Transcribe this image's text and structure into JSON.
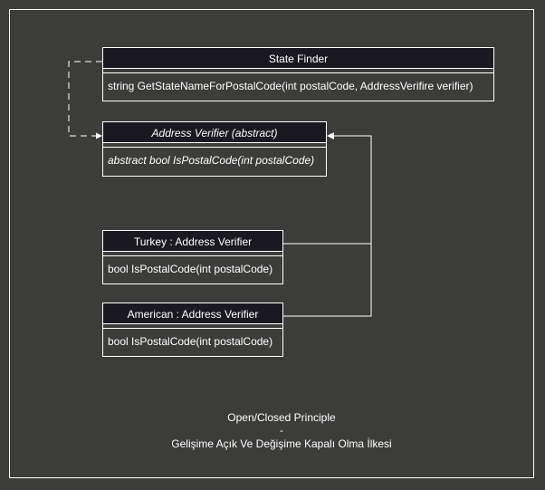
{
  "classes": {
    "state_finder": {
      "title": "State Finder",
      "method": "string GetStateNameForPostalCode(int postalCode, AddressVerifire verifier)"
    },
    "address_verifier": {
      "title": "Address Verifier (abstract)",
      "method": "abstract bool IsPostalCode(int postalCode)"
    },
    "turkey_verifier": {
      "title": "Turkey : Address Verifier",
      "method": "bool IsPostalCode(int postalCode)"
    },
    "american_verifier": {
      "title": "American : Address Verifier",
      "method": "bool IsPostalCode(int postalCode)"
    }
  },
  "caption": {
    "line1": "Open/Closed Principle",
    "line2": "-",
    "line3": "Gelişime Açık Ve Değişime Kapalı Olma İlkesi"
  },
  "colors": {
    "background": "#3c3c3b",
    "header": "#1a1820",
    "line": "#ffffff"
  }
}
